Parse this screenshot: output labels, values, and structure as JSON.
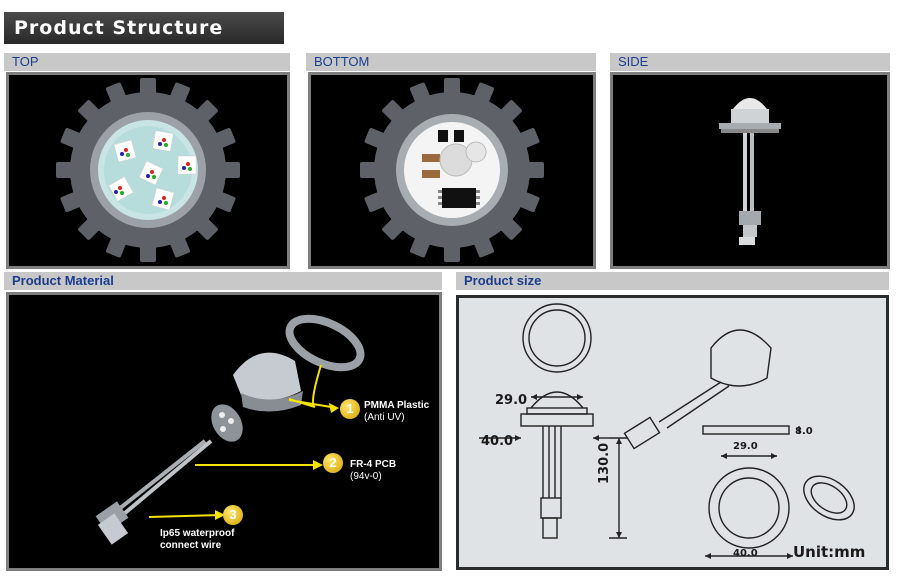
{
  "header": {
    "title": "Product Structure"
  },
  "views": {
    "top": "TOP",
    "bottom": "BOTTOM",
    "side": "SIDE"
  },
  "material": {
    "title": "Product Material",
    "items": [
      {
        "num": "1",
        "name": "PMMA Plastic",
        "detail": "(Anti UV)"
      },
      {
        "num": "2",
        "name": "FR-4 PCB",
        "detail": "(94v-0)"
      },
      {
        "num": "3",
        "name": "Ip65 waterproof",
        "detail": "connect wire"
      }
    ]
  },
  "size": {
    "title": "Product size",
    "dims": {
      "dome_width": "29.0",
      "base_width": "40.0",
      "length": "130.0",
      "height": "8.0",
      "ring_inner": "29.0",
      "ring_outer": "40.0"
    },
    "unit": "Unit:mm"
  },
  "colors": {
    "label_bar": "#c8c8c8",
    "label_text": "#1a3d8f",
    "callout_arrow": "#f5e400",
    "panel_border": "#7e7e7e"
  }
}
